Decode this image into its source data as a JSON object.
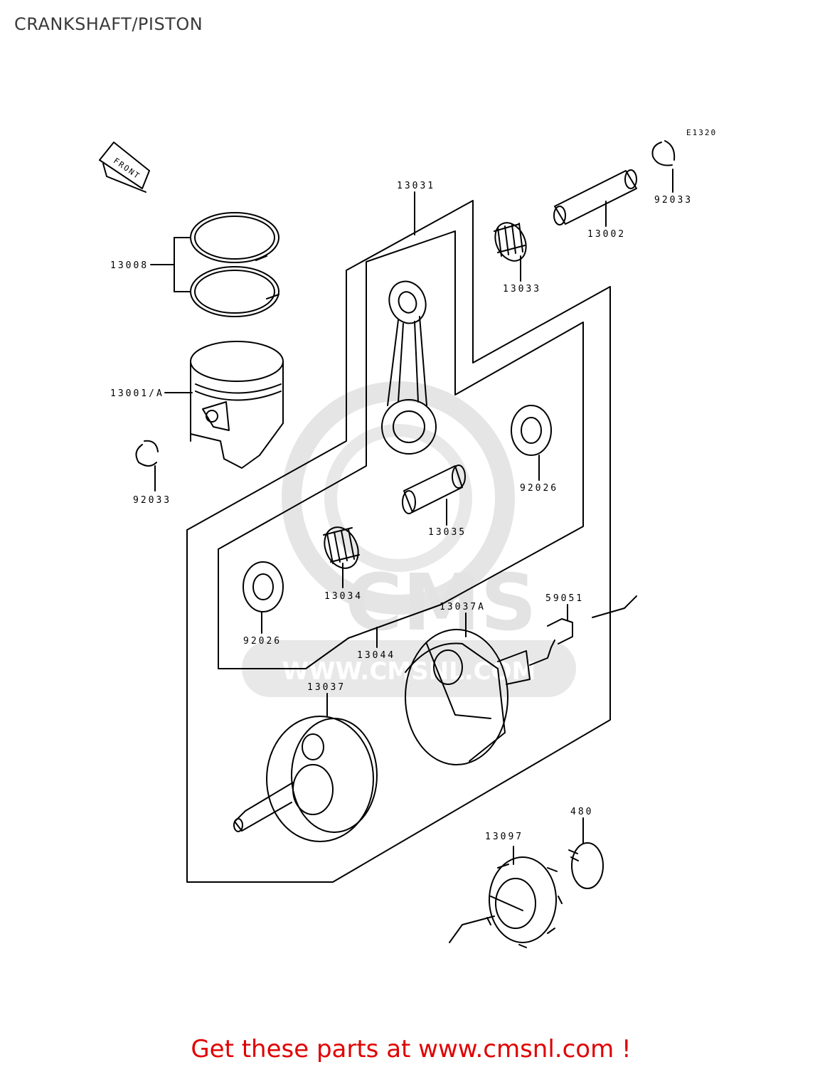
{
  "header": {
    "title": "CRANKSHAFT/PISTON"
  },
  "diagram": {
    "code": "E1320",
    "front_label": "FRONT",
    "watermark": {
      "brand": "CMS",
      "url": "WWW.CMSNL.COM"
    },
    "parts": [
      {
        "id": "13031",
        "label": "13031"
      },
      {
        "id": "13002",
        "label": "13002"
      },
      {
        "id": "92033-top",
        "label": "92033"
      },
      {
        "id": "13008",
        "label": "13008"
      },
      {
        "id": "13033",
        "label": "13033"
      },
      {
        "id": "13001A",
        "label": "13001/A"
      },
      {
        "id": "92026-right",
        "label": "92026"
      },
      {
        "id": "92033-left",
        "label": "92033"
      },
      {
        "id": "13035",
        "label": "13035"
      },
      {
        "id": "13034",
        "label": "13034"
      },
      {
        "id": "59051",
        "label": "59051"
      },
      {
        "id": "13037A",
        "label": "13037A"
      },
      {
        "id": "92026-left",
        "label": "92026"
      },
      {
        "id": "13044",
        "label": "13044"
      },
      {
        "id": "13037",
        "label": "13037"
      },
      {
        "id": "480",
        "label": "480"
      },
      {
        "id": "13097",
        "label": "13097"
      }
    ]
  },
  "footer": {
    "cta": "Get these parts at www.cmsnl.com !"
  },
  "colors": {
    "cta": "#e00000",
    "line": "#000000",
    "watermark": "#d9d9d9"
  }
}
